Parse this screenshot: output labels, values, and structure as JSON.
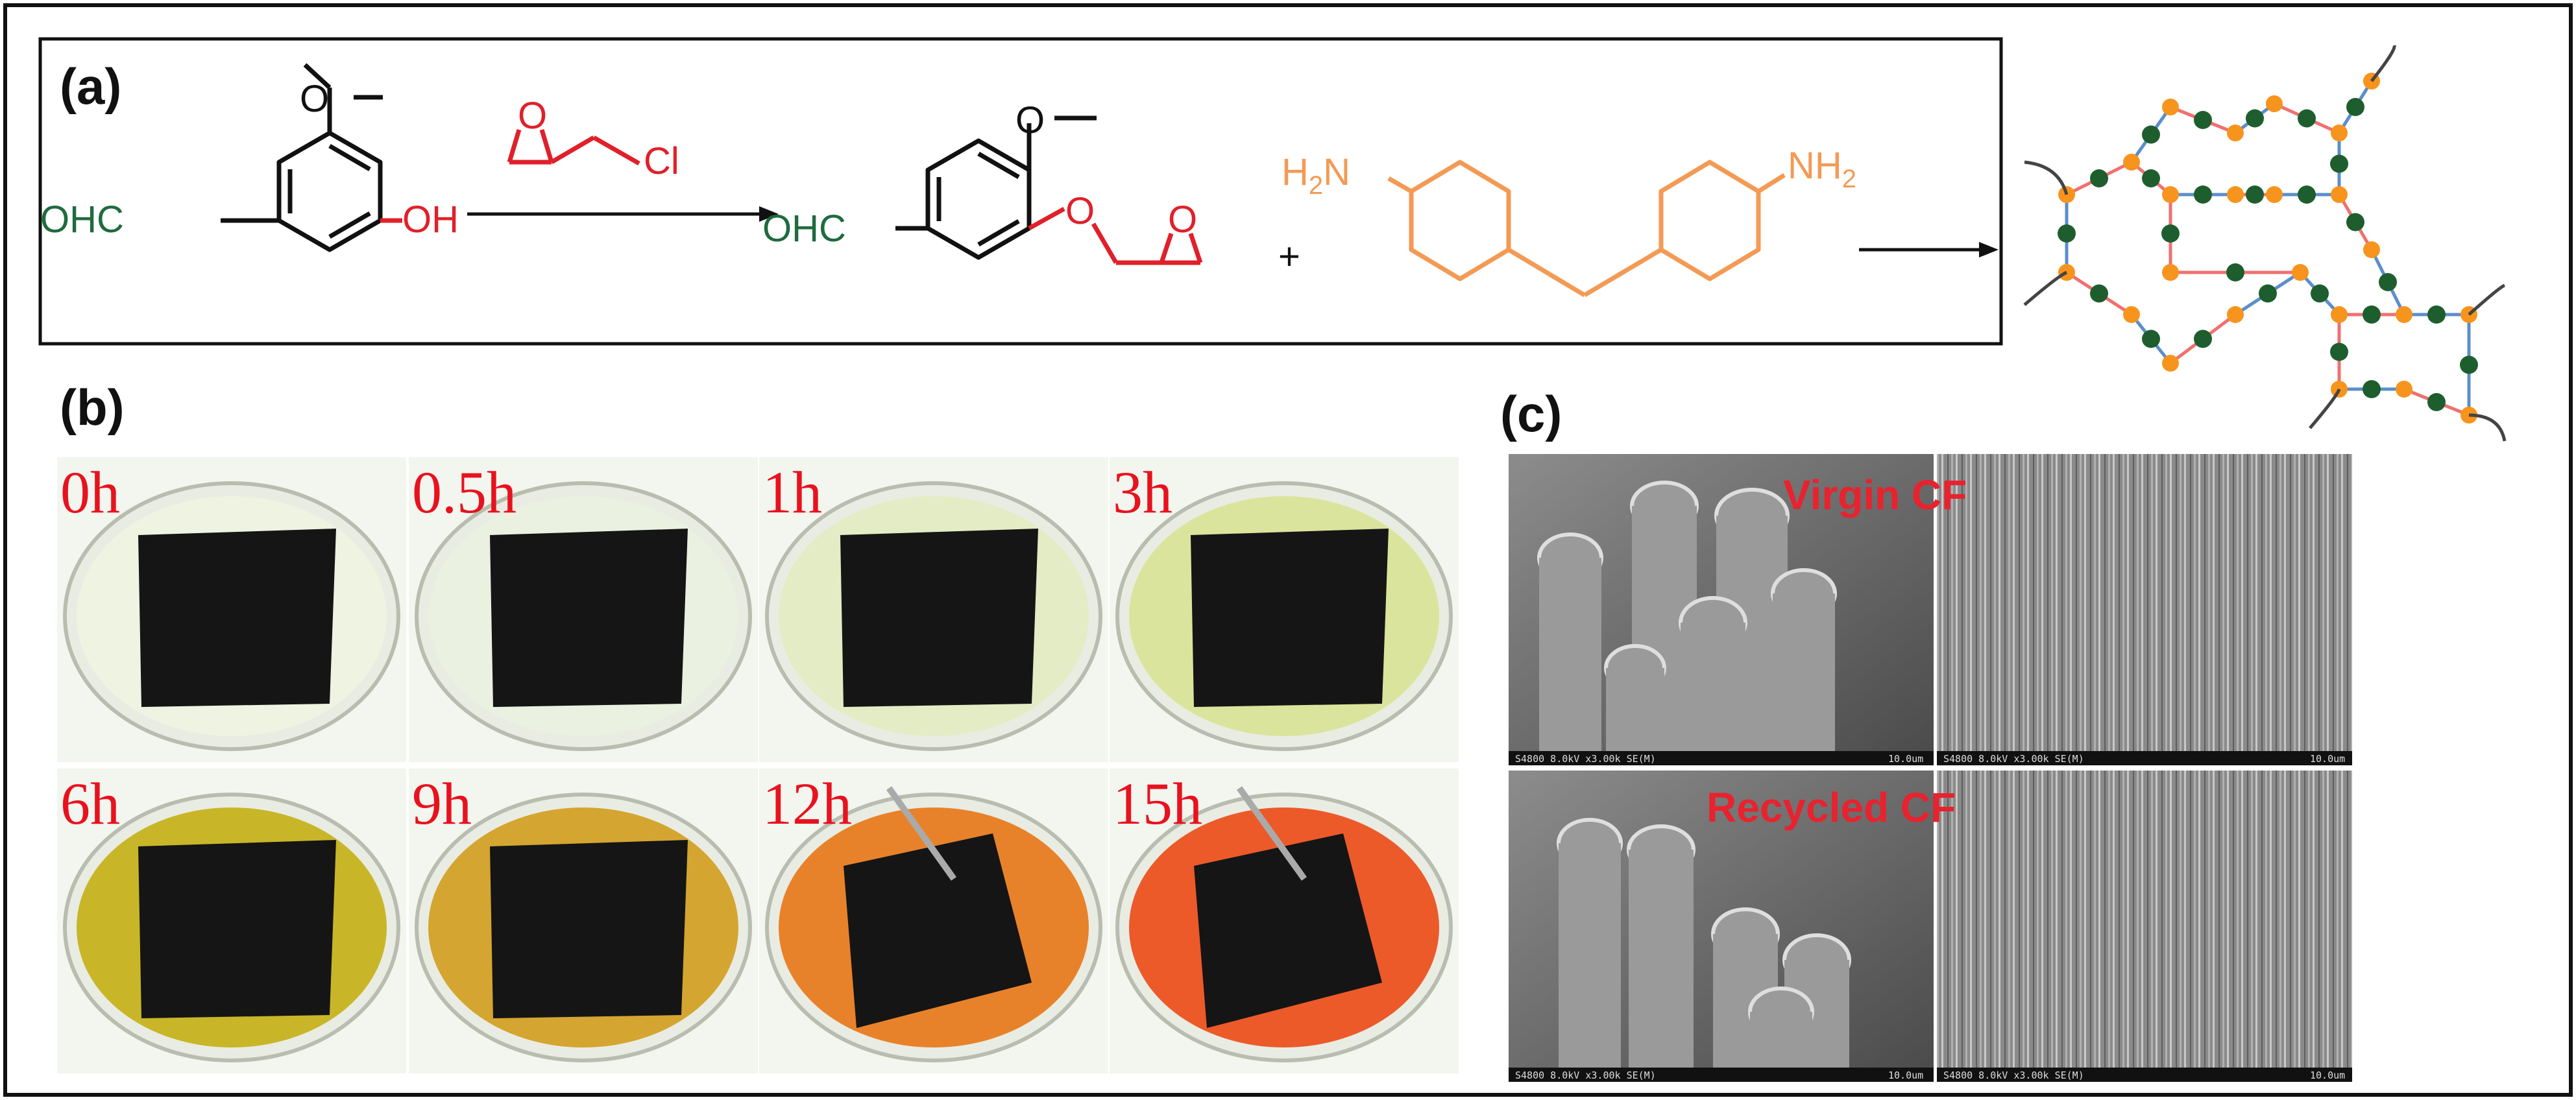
{
  "panel_labels": {
    "a": "(a)",
    "b": "(b)",
    "c": "(c)"
  },
  "reaction": {
    "vanillin": {
      "aldehyde": "OHC",
      "hydroxyl": "OH"
    },
    "epichlorohydrin": {
      "chloro": "Cl"
    },
    "product": {
      "aldehyde": "OHC"
    },
    "plus": "+",
    "diamine": {
      "amine_left": "H2N",
      "amine_right": "NH2"
    }
  },
  "degradation_times": [
    "0h",
    "0.5h",
    "1h",
    "3h",
    "6h",
    "9h",
    "12h",
    "15h"
  ],
  "sem": {
    "virgin_label": "Virgin CF",
    "recycled_label": "Recycled CF",
    "scale_bar_text": "S4800 8.0kV x3.00k SE(M)",
    "scale_value": "10.0um"
  },
  "colors": {
    "aldehyde_green": "#1f6b3e",
    "epoxy_red": "#e0202a",
    "amine_orange": "#f39a55",
    "network_orange": "#f7941d",
    "network_green": "#1e5e2e",
    "link_red": "#f07070",
    "link_blue": "#5b8ecb",
    "time_label_red": "#e8121e"
  }
}
